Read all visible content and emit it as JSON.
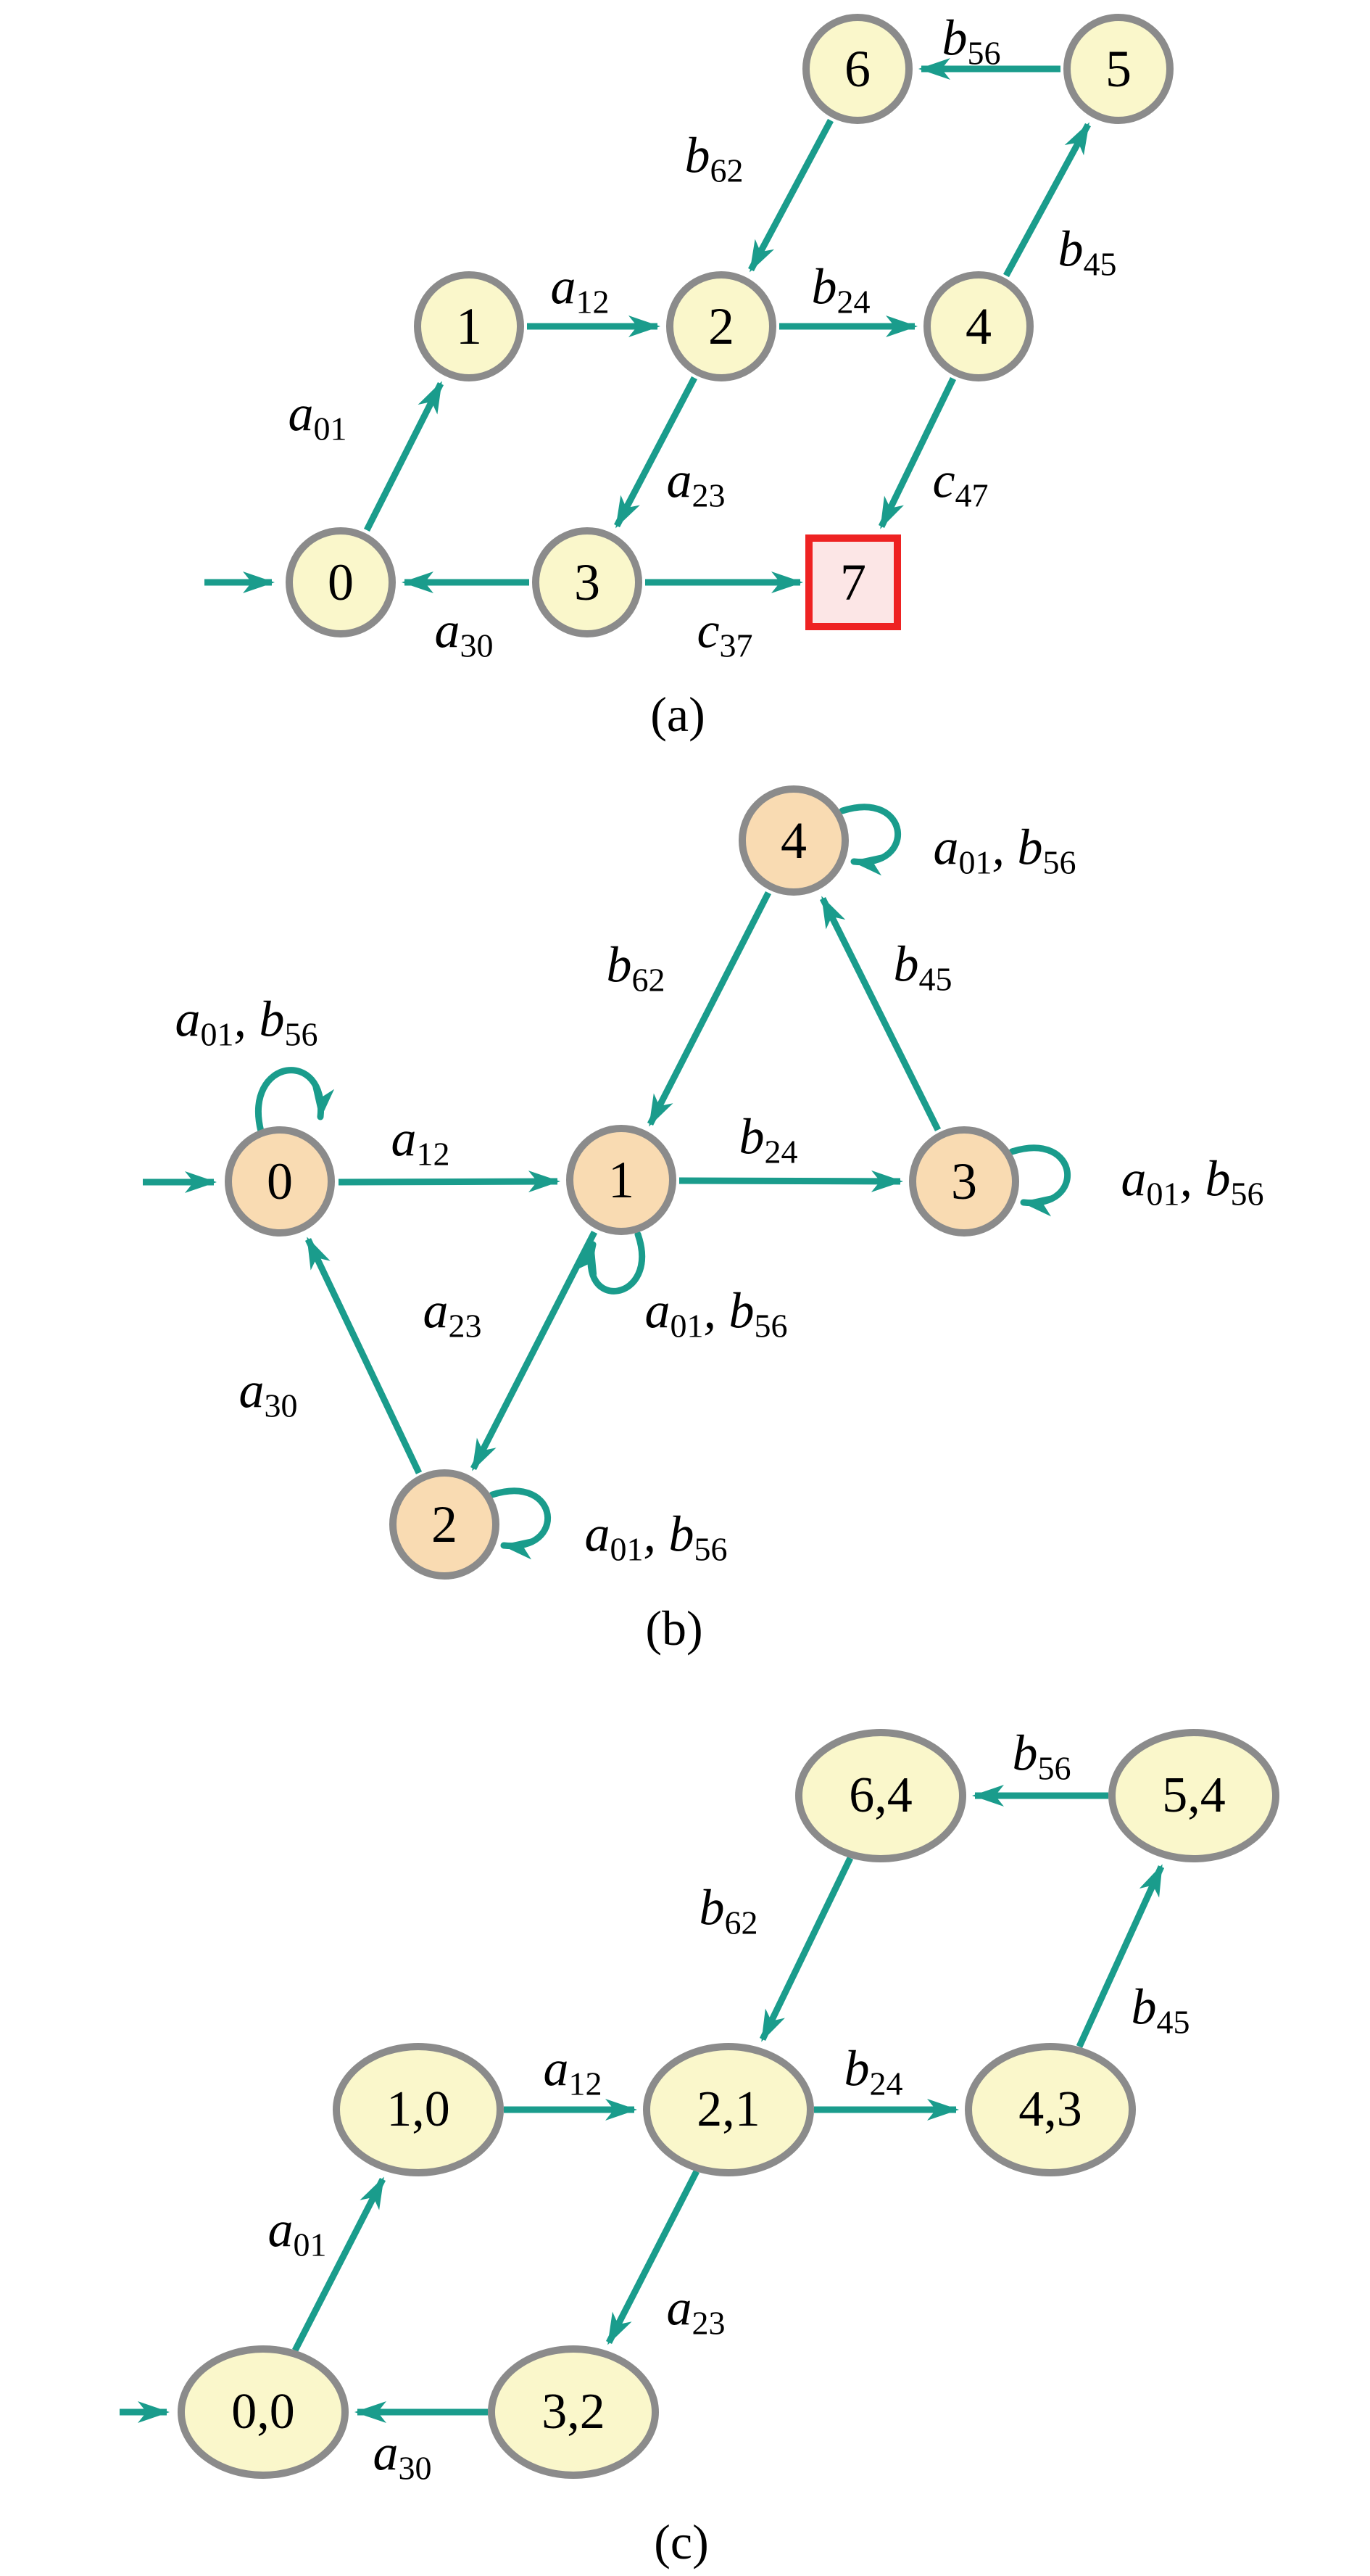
{
  "colors": {
    "arrow_teal": "#1a9c8c",
    "node_border_gray": "#8b8b8b",
    "state_yellow": "#faf7cb",
    "state_peach": "#f9dbb2",
    "final_pink": "#fce6e6",
    "final_red_border": "#ee2222",
    "text_black": "#000000"
  },
  "diagrams": [
    {
      "caption": "(a)",
      "nodes": [
        {
          "label": "6"
        },
        {
          "label": "5"
        },
        {
          "label": "1"
        },
        {
          "label": "2"
        },
        {
          "label": "4"
        },
        {
          "label": "0"
        },
        {
          "label": "3"
        },
        {
          "label": "7"
        }
      ],
      "edge_labels": [
        {
          "base": "a",
          "sub": "01"
        },
        {
          "base": "a",
          "sub": "12"
        },
        {
          "base": "b",
          "sub": "24"
        },
        {
          "base": "b",
          "sub": "62"
        },
        {
          "base": "b",
          "sub": "56"
        },
        {
          "base": "b",
          "sub": "45"
        },
        {
          "base": "a",
          "sub": "23"
        },
        {
          "base": "c",
          "sub": "47"
        },
        {
          "base": "a",
          "sub": "30"
        },
        {
          "base": "c",
          "sub": "37"
        }
      ]
    },
    {
      "caption": "(b)",
      "nodes": [
        {
          "label": "4"
        },
        {
          "label": "0"
        },
        {
          "label": "1"
        },
        {
          "label": "3"
        },
        {
          "label": "2"
        }
      ],
      "edge_labels": [
        {
          "base": "a",
          "sub": "12"
        },
        {
          "base": "b",
          "sub": "24"
        },
        {
          "base": "b",
          "sub": "62"
        },
        {
          "base": "b",
          "sub": "45"
        },
        {
          "base": "a",
          "sub": "23"
        },
        {
          "base": "a",
          "sub": "30"
        }
      ],
      "loop_labels": [
        {
          "b1": "a",
          "s1": "01",
          "sep": ", ",
          "b2": "b",
          "s2": "56"
        },
        {
          "b1": "a",
          "s1": "01",
          "sep": ", ",
          "b2": "b",
          "s2": "56"
        },
        {
          "b1": "a",
          "s1": "01",
          "sep": ", ",
          "b2": "b",
          "s2": "56"
        },
        {
          "b1": "a",
          "s1": "01",
          "sep": ", ",
          "b2": "b",
          "s2": "56"
        },
        {
          "b1": "a",
          "s1": "01",
          "sep": ", ",
          "b2": "b",
          "s2": "56"
        }
      ]
    },
    {
      "caption": "(c)",
      "nodes": [
        {
          "label": "6,4"
        },
        {
          "label": "5,4"
        },
        {
          "label": "1,0"
        },
        {
          "label": "2,1"
        },
        {
          "label": "4,3"
        },
        {
          "label": "0,0"
        },
        {
          "label": "3,2"
        }
      ],
      "edge_labels": [
        {
          "base": "a",
          "sub": "01"
        },
        {
          "base": "a",
          "sub": "12"
        },
        {
          "base": "b",
          "sub": "24"
        },
        {
          "base": "b",
          "sub": "62"
        },
        {
          "base": "b",
          "sub": "56"
        },
        {
          "base": "b",
          "sub": "45"
        },
        {
          "base": "a",
          "sub": "23"
        },
        {
          "base": "a",
          "sub": "30"
        }
      ]
    }
  ]
}
